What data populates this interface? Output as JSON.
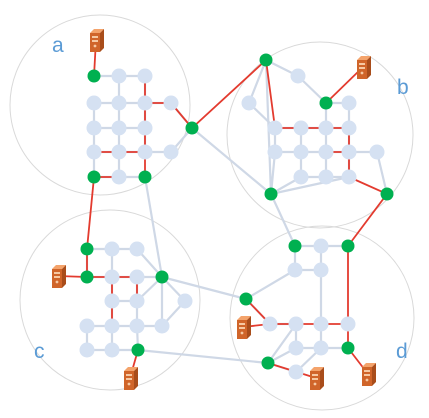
{
  "clusters": [
    {
      "id": "a",
      "label": "a"
    },
    {
      "id": "b",
      "label": "b"
    },
    {
      "id": "c",
      "label": "c"
    },
    {
      "id": "d",
      "label": "d"
    }
  ],
  "colors": {
    "cluster_outline": "#d9d9d9",
    "link": "#cfd8e6",
    "path_link": "#e33b2f",
    "node": "#d5e1f2",
    "gateway_node": "#00b050",
    "label": "#5b9bd5",
    "server_icon": "#d0652a"
  },
  "icons": [
    "server-icon"
  ]
}
